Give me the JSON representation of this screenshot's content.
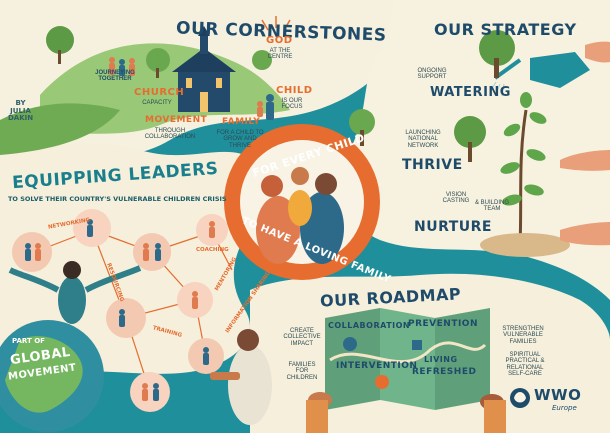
{
  "credit": {
    "lines": [
      "BY",
      "JULIA",
      "DAKIN"
    ]
  },
  "cornerstones": {
    "title": "OUR CORNERSTONES",
    "journeying": "JOURNEYING TOGETHER",
    "god": "GOD",
    "god_sub": "AT THE CENTRE",
    "church": "CHURCH",
    "church_sub": "CAPACITY",
    "child": "CHILD",
    "child_sub": "IS OUR FOCUS",
    "movement": "MOVEMENT",
    "movement_sub": "THROUGH COLLABORATION",
    "family": "FAMILY",
    "family_sub": "FOR A CHILD TO GROW AND THRIVE"
  },
  "strategy": {
    "title": "OUR STRATEGY",
    "ongoing_support": "ONGOING SUPPORT",
    "watering": "WATERING",
    "launching": "LAUNCHING NATIONAL NETWORK",
    "thrive": "THRIVE",
    "vision": "VISION CASTING",
    "building": "& BUILDING TEAM",
    "nurture": "NURTURE"
  },
  "center": {
    "top": "FOR EVERY CHILD",
    "bottom": "TO HAVE A LOVING FAMILY"
  },
  "leaders": {
    "title": "EQUIPPING LEADERS",
    "subtitle": "TO SOLVE THEIR COUNTRY'S VULNERABLE CHILDREN CRISIS",
    "labels": [
      "NETWORKING",
      "COACHING",
      "RESOURCING",
      "MENTORING",
      "INFORMATION SHARING",
      "TRAINING"
    ],
    "global_1": "PART OF",
    "global_2": "GLOBAL",
    "global_3": "MOVEMENT"
  },
  "roadmap": {
    "title": "OUR ROADMAP",
    "create_impact": "CREATE COLLECTIVE IMPACT",
    "families_for_children": "FAMILIES FOR CHILDREN",
    "collaboration": "COLLABORATION",
    "prevention": "PREVENTION",
    "intervention": "INTERVENTION",
    "living": "LIVING",
    "refreshed": "REFRESHED",
    "strengthen": "STRENGTHEN VULNERABLE FAMILIES",
    "spiritual": "SPIRITUAL PRACTICAL & RELATIONAL SELF-CARE"
  },
  "logo": {
    "name": "WWO",
    "region": "Europe"
  },
  "colors": {
    "teal": "#1c8c9a",
    "orange": "#e66d2f",
    "navy": "#1f4b6b",
    "cream": "#f8f3e4",
    "green": "#3f7d3b"
  }
}
